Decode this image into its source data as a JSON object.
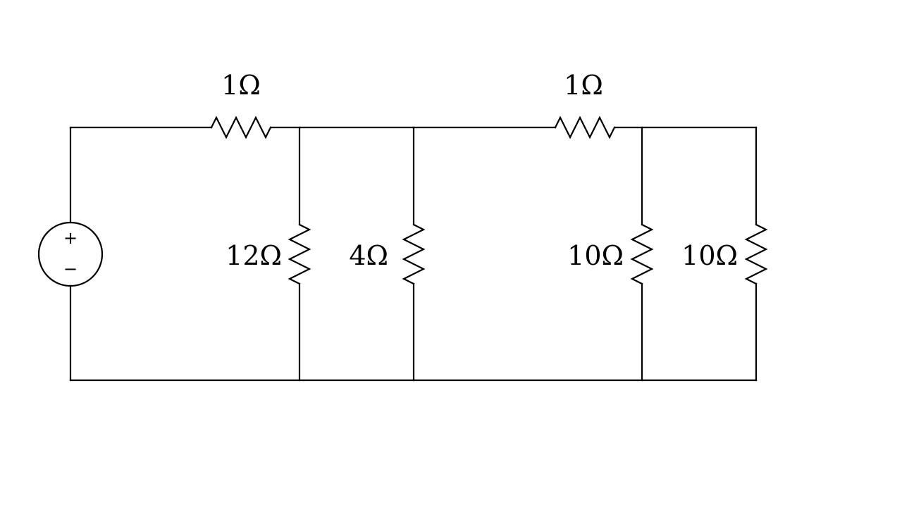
{
  "circuit": {
    "source": {
      "plus": "+",
      "minus": "−"
    },
    "resistors": [
      {
        "id": "r-top-left",
        "label": "1Ω"
      },
      {
        "id": "r-top-right",
        "label": "1Ω"
      },
      {
        "id": "r-12",
        "label": "12Ω"
      },
      {
        "id": "r-4",
        "label": "4Ω"
      },
      {
        "id": "r-10a",
        "label": "10Ω"
      },
      {
        "id": "r-10b",
        "label": "10Ω"
      }
    ]
  },
  "colors": {
    "line": "#000000",
    "background": "#ffffff"
  }
}
